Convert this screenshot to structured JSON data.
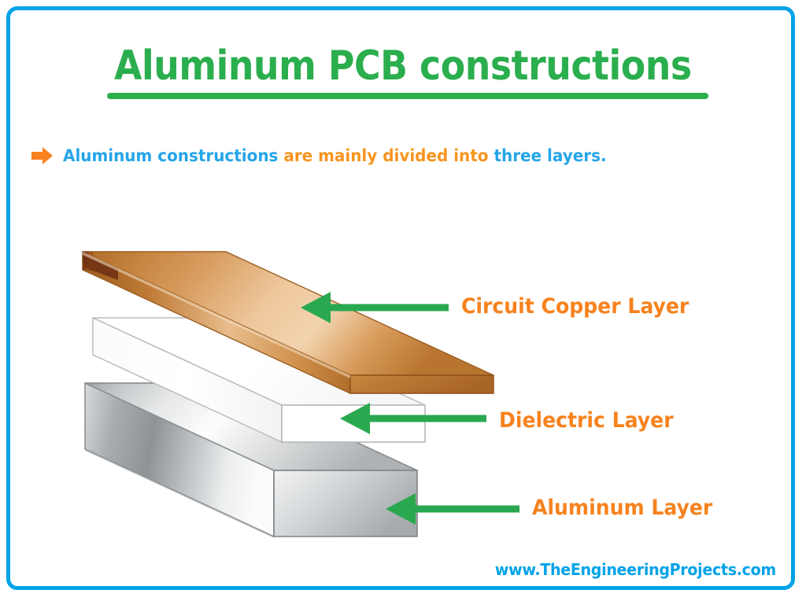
{
  "frame": {
    "border_color": "#00a3e8",
    "background": "#ffffff"
  },
  "header": {
    "title": "Aluminum PCB constructions",
    "title_color": "#2bae4e",
    "underline_color": "#2bae4e"
  },
  "subtitle": {
    "bullet_icon": "right-arrow-icon",
    "bullet_color": "#f7821e",
    "part1": "Aluminum constructions",
    "part1_color": "#24a5e8",
    "part2": " are mainly divided into ",
    "part2_color": "#f7941e",
    "part3": "three layers.",
    "part3_color": "#24a5e8"
  },
  "diagram": {
    "type": "exploded-layer-stack",
    "arrow_color": "#2aa84f",
    "layers": [
      {
        "id": "copper",
        "label": "Circuit Copper Layer",
        "label_color": "#f7821e",
        "material": "copper",
        "fill_top_light": "#f3cfa2",
        "fill_top_dark": "#b5702a",
        "fill_side": "#c27a33",
        "thickness": "thin"
      },
      {
        "id": "dielectric",
        "label": "Dielectric Layer",
        "label_color": "#f7821e",
        "material": "dielectric",
        "fill_top_light": "#ffffff",
        "fill_top_dark": "#f4f4f4",
        "fill_side": "#ffffff",
        "thickness": "medium"
      },
      {
        "id": "aluminum",
        "label": "Aluminum Layer",
        "label_color": "#f7821e",
        "material": "aluminum",
        "fill_top_light": "#ffffff",
        "fill_top_dark": "#b9bcbe",
        "fill_side": "#9fa3a6",
        "thickness": "thick"
      }
    ]
  },
  "footer": {
    "url": "www.TheEngineeringProjects.com",
    "url_color": "#00a3e8"
  }
}
